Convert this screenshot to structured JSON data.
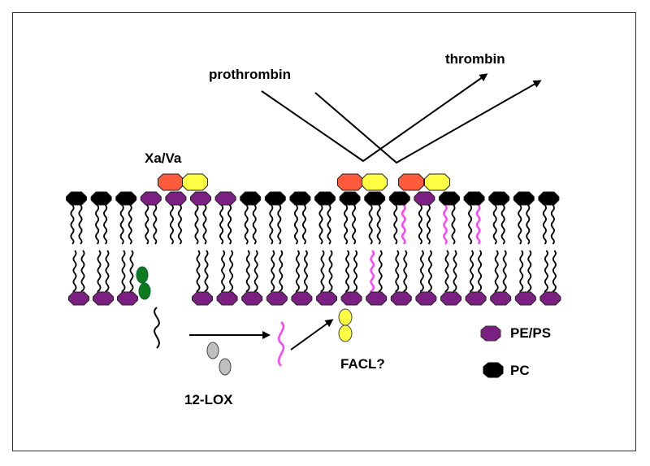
{
  "labels": {
    "prothrombin": "prothrombin",
    "thrombin": "thrombin",
    "xa_va": "Xa/Va",
    "facl": "FACL?",
    "lox": "12-LOX",
    "legend_pe_ps": "PE/PS",
    "legend_pc": "PC"
  },
  "colors": {
    "pe_ps": "#7b2082",
    "pc": "#000000",
    "factor_xa": "#ff5a3c",
    "factor_va": "#ffff44",
    "lox_enzyme": "#bfbfbf",
    "green_enzyme": "#0d7a1e",
    "modified_lipid": "#ff40ff"
  }
}
